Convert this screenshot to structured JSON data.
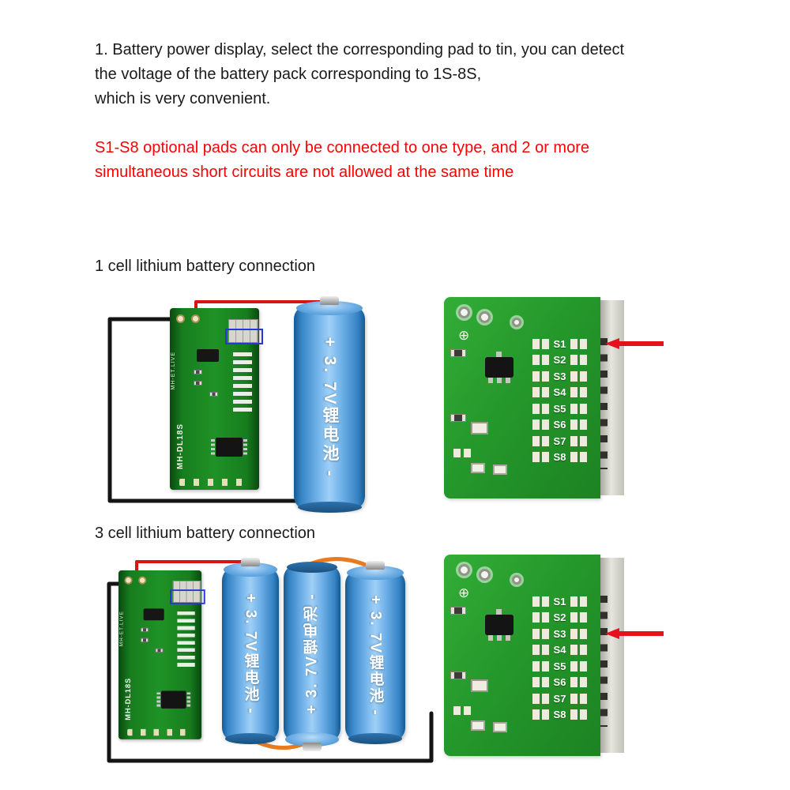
{
  "intro": {
    "line1": "1. Battery power display, select the corresponding pad to tin, you can detect",
    "line2": "the voltage of the battery pack corresponding to 1S-8S,",
    "line3": "which is very convenient."
  },
  "warning": {
    "line1": "S1-S8 optional pads can only be connected to one type, and 2 or more",
    "line2": "simultaneous short circuits are not allowed at the same time"
  },
  "sections": [
    {
      "heading": "1 cell lithium battery connection"
    },
    {
      "heading": "3 cell lithium battery connection"
    }
  ],
  "board": {
    "model": "MH-DL18S",
    "brand": "MH-ET.LIVE"
  },
  "battery": {
    "label": "+ 3. 7V锂电池 -"
  },
  "pads": [
    "S1",
    "S2",
    "S3",
    "S4",
    "S5",
    "S6",
    "S7",
    "S8"
  ],
  "closeups": [
    {
      "arrow_target": "S1"
    },
    {
      "arrow_target": "S3"
    }
  ],
  "icons": {
    "fiducial": "⊕"
  },
  "colors": {
    "text": "#1a1a1a",
    "warning_text": "#fe0000",
    "pcb_green": "#25982b",
    "battery_blue": "#72b3ea",
    "arrow_red": "#e8101e",
    "wire_red": "#d81414",
    "wire_black": "#141414",
    "wire_orange": "#e87a20",
    "annotation_blue": "#2637d8"
  }
}
